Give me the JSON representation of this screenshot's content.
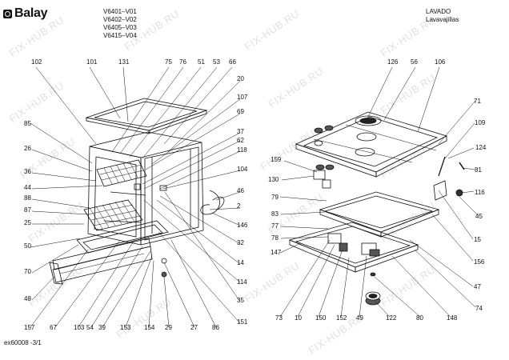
{
  "header": {
    "brand": "Balay",
    "models": [
      "V6401–V01",
      "V6402–V02",
      "V6405–V03",
      "V6415–V04"
    ],
    "product_type": "LAVADO",
    "product_name": "Lavavajillas"
  },
  "footer": {
    "code": "ex60008 -3/1"
  },
  "watermark": "FIX-HUB.RU",
  "callouts_left": [
    "102",
    "101",
    "131",
    "75",
    "76",
    "51",
    "53",
    "66",
    "20",
    "107",
    "69",
    "37",
    "62",
    "118",
    "85",
    "26",
    "36",
    "44",
    "88",
    "87",
    "25",
    "104",
    "46",
    "2",
    "146",
    "32",
    "14",
    "50",
    "70",
    "48",
    "114",
    "35",
    "151",
    "157",
    "67",
    "103",
    "54",
    "39",
    "153",
    "154",
    "29",
    "27",
    "86"
  ],
  "callouts_right": [
    "126",
    "56",
    "106",
    "71",
    "109",
    "124",
    "81",
    "116",
    "45",
    "15",
    "159",
    "130",
    "79",
    "83",
    "77",
    "78",
    "147",
    "156",
    "47",
    "74",
    "148",
    "73",
    "10",
    "150",
    "152",
    "49",
    "122",
    "80"
  ]
}
